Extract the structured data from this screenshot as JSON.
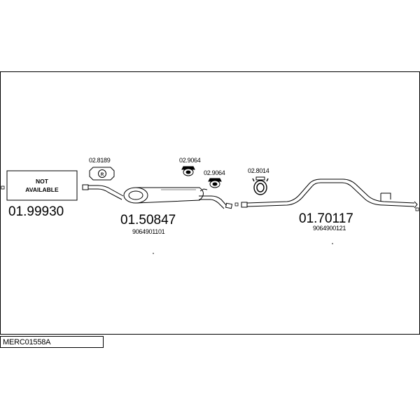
{
  "diagram_title": "MERC01558A",
  "parts": {
    "not_available": {
      "box_label_line1": "NOT",
      "box_label_line2": "AVAILABLE",
      "number": "01.99930"
    },
    "rear_silencer": {
      "number": "01.50847",
      "oem": "9064901101"
    },
    "tail_pipe": {
      "number": "01.70117",
      "oem": "9064900121"
    },
    "mount_1": {
      "number": "02.8189"
    },
    "mount_2": {
      "number": "02.9064"
    },
    "mount_3": {
      "number": "02.9064"
    },
    "clamp": {
      "number": "02.8014"
    }
  }
}
